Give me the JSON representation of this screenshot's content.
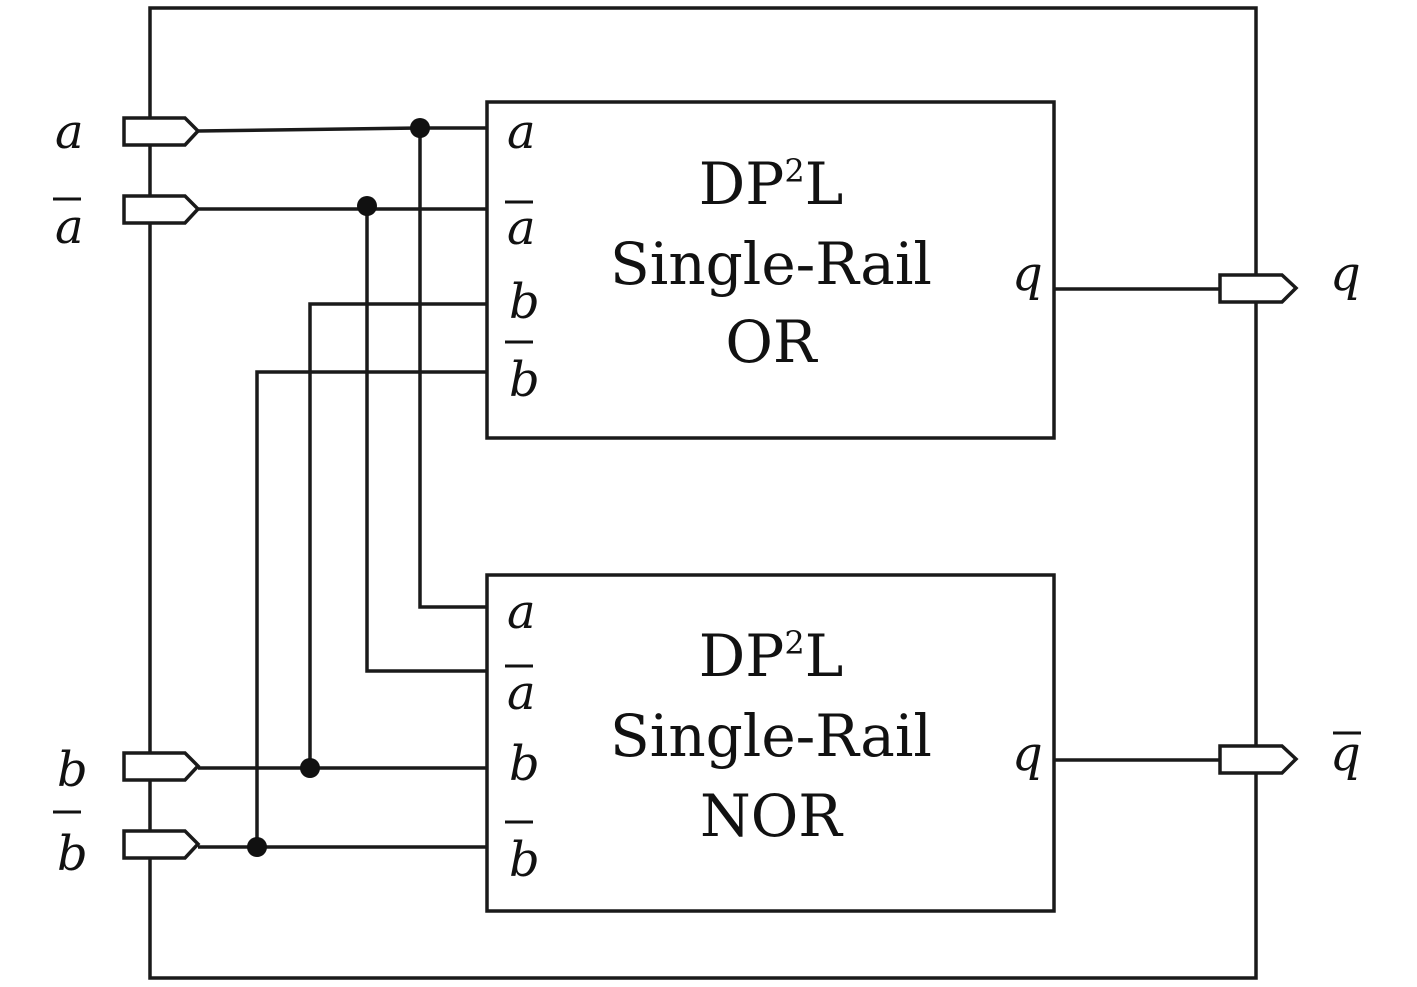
{
  "outer_inputs": {
    "a": "a",
    "a_bar": "a",
    "b": "b",
    "b_bar": "b"
  },
  "outer_outputs": {
    "q": "q",
    "q_bar": "q"
  },
  "blocks": [
    {
      "id": "or",
      "line1_base": "DP",
      "line1_sup": "2",
      "line1_tail": "L",
      "line2": "Single-Rail",
      "line3": "OR",
      "inputs": [
        "a",
        "a",
        "b",
        "b"
      ],
      "output": "q"
    },
    {
      "id": "nor",
      "line1_base": "DP",
      "line1_sup": "2",
      "line1_tail": "L",
      "line2": "Single-Rail",
      "line3": "NOR",
      "inputs": [
        "a",
        "a",
        "b",
        "b"
      ],
      "output": "q"
    }
  ]
}
